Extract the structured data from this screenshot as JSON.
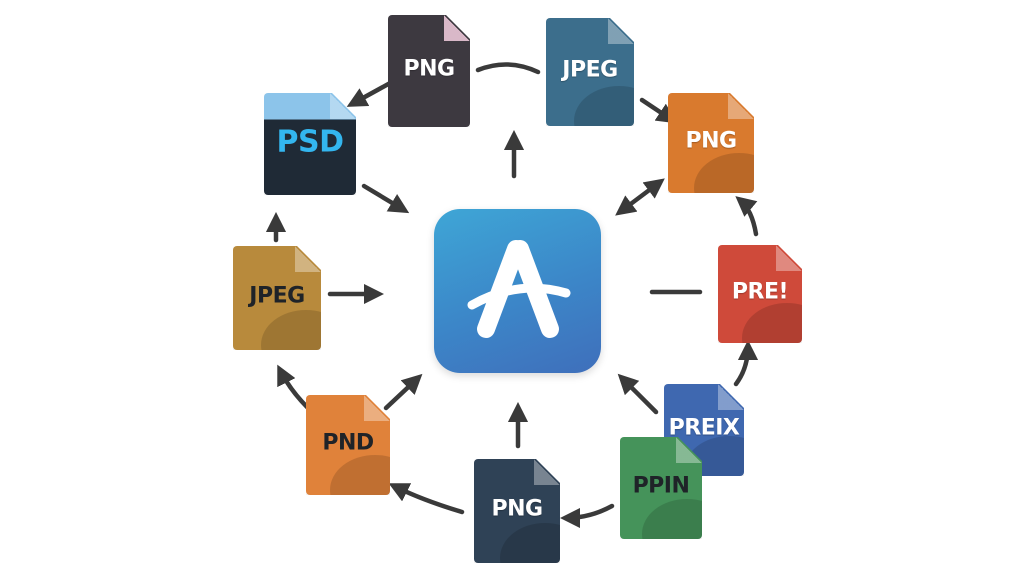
{
  "diagram": {
    "colors": {
      "arrow": "#3a3a3a",
      "app_gradient_top": "#3ea6d6",
      "app_gradient_bottom": "#3f6fbb"
    },
    "center": {
      "icon": "stylized-a-logo-icon"
    },
    "files": [
      {
        "id": "png-top",
        "label": "PNG",
        "color": "#3d3940",
        "label_style": "light",
        "corner": "#d9b8c8"
      },
      {
        "id": "jpeg-top",
        "label": "JPEG",
        "color": "#3c6e8c",
        "label_style": "light"
      },
      {
        "id": "psd",
        "label": "PSD",
        "color": "#1f2a36",
        "label_style": "accent"
      },
      {
        "id": "png-orange-right",
        "label": "PNG",
        "color": "#d97a2e",
        "label_style": "light"
      },
      {
        "id": "jpeg-left",
        "label": "JPEG",
        "color": "#b88a3c",
        "label_style": "dark"
      },
      {
        "id": "pre-red",
        "label": "PRE!",
        "color": "#cf4a3a",
        "label_style": "light"
      },
      {
        "id": "preix-blue",
        "label": "PREIX",
        "color": "#3f68b0",
        "label_style": "light"
      },
      {
        "id": "pnd-orange",
        "label": "PND",
        "color": "#e0823a",
        "label_style": "dark"
      },
      {
        "id": "ppin-green",
        "label": "PPIN",
        "color": "#45935a",
        "label_style": "dark"
      },
      {
        "id": "png-bottom",
        "label": "PNG",
        "color": "#2f4256",
        "label_style": "light"
      }
    ]
  }
}
